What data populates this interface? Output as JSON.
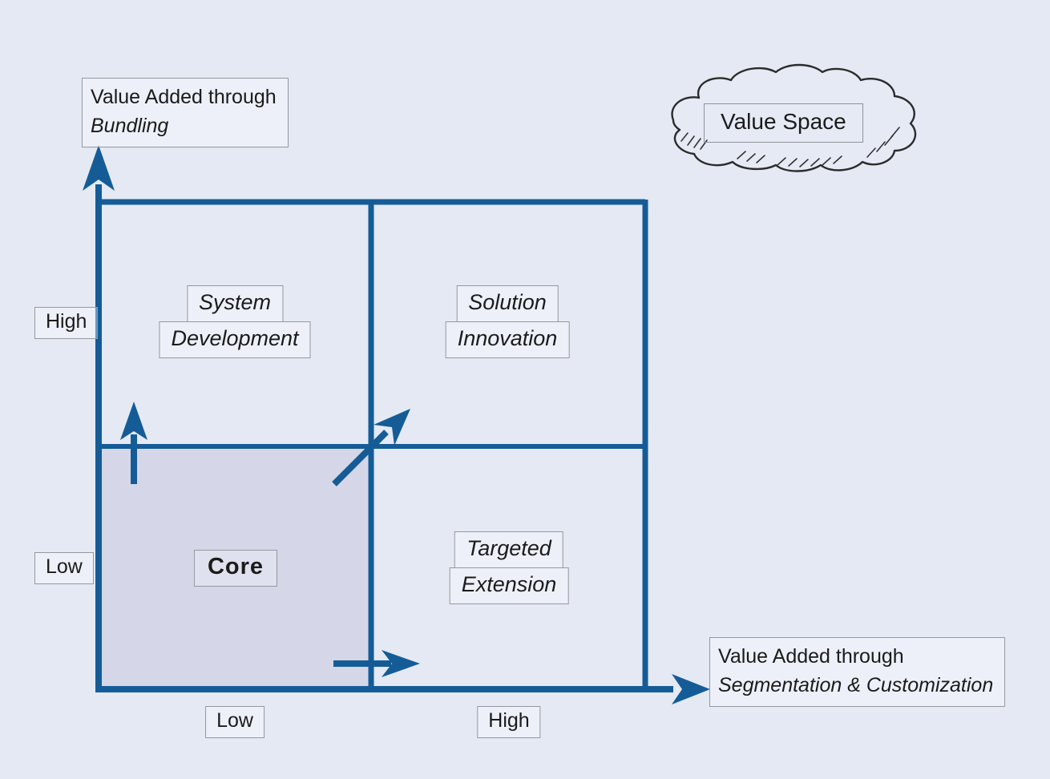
{
  "title_cloud": {
    "label": "Value Space"
  },
  "y_axis": {
    "title_line1": "Value Added through",
    "title_line2": "Bundling",
    "high": "High",
    "low": "Low"
  },
  "x_axis": {
    "title_line1": "Value Added through",
    "title_line2": "Segmentation & Customization",
    "low": "Low",
    "high": "High"
  },
  "quadrants": {
    "system_development": {
      "line1": "System",
      "line2": "Development"
    },
    "solution_innovation": {
      "line1": "Solution",
      "line2": "Innovation"
    },
    "core": {
      "label": "Core"
    },
    "targeted_extension": {
      "line1": "Targeted",
      "line2": "Extension"
    }
  },
  "colors": {
    "background": "#e4e9f4",
    "core_fill": "#d5d7e8",
    "line_blue": "#155c97",
    "label_border": "#95989e",
    "text": "#1b1b1b",
    "cloud_outline": "#2b2b2b"
  }
}
